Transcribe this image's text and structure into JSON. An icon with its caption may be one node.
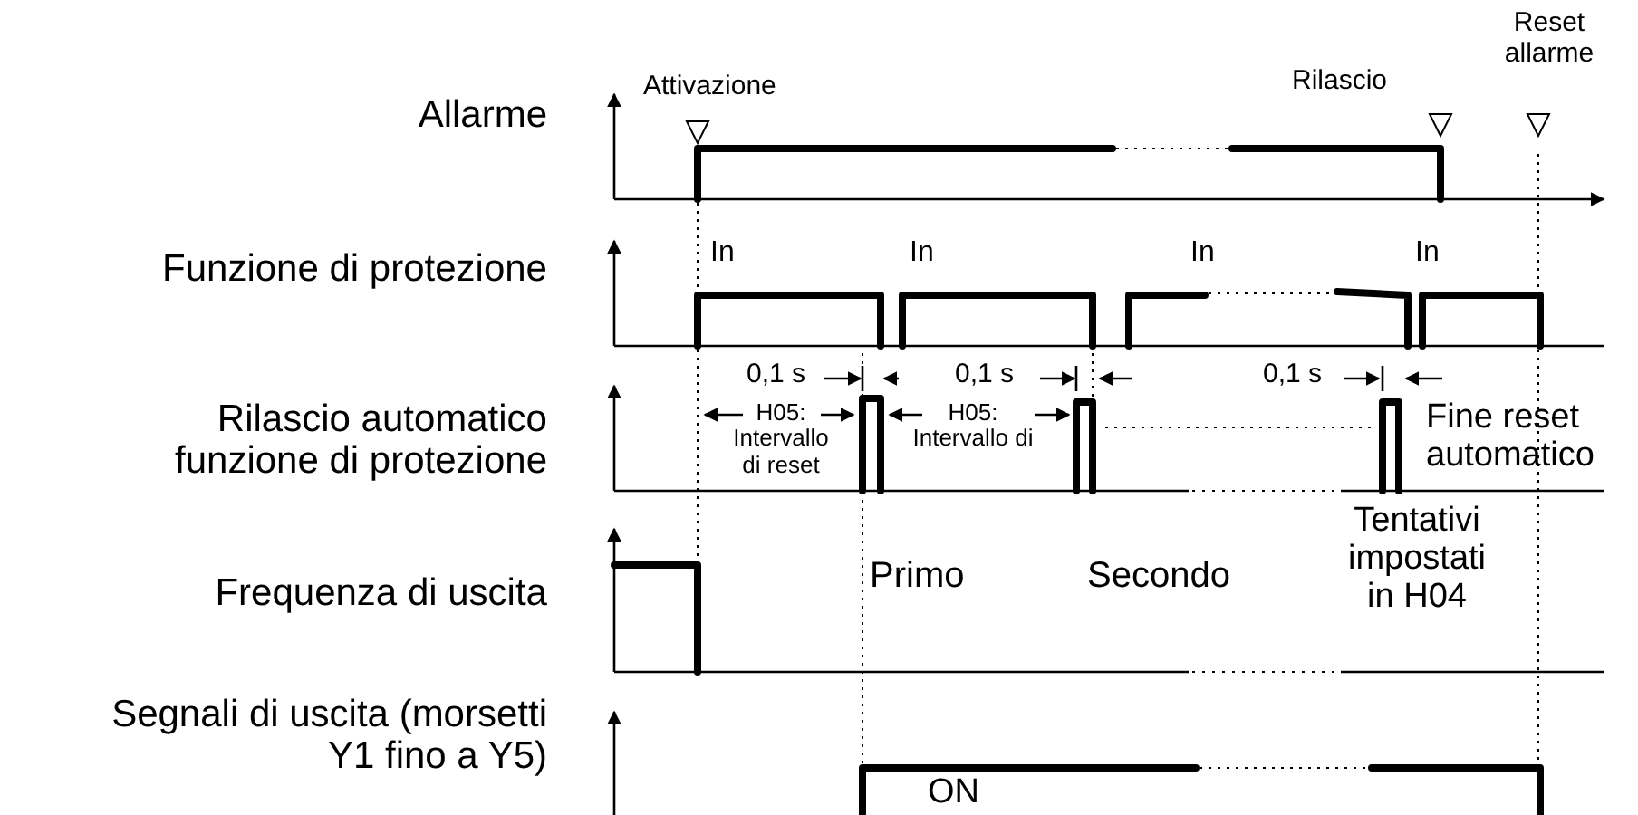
{
  "diagram": {
    "labels": [
      "Allarme",
      "Attivazione",
      "Rilascio",
      "Reset allarme",
      "Funzione di protezione",
      "In",
      "In",
      "In",
      "In",
      "Rilascio automatico funzione di protezione",
      "0,1 s",
      "0,1 s",
      "0,1 s",
      "H05: Intervallo di reset",
      "H05: Intervallo di",
      "Fine reset automatico",
      "Frequenza di uscita",
      "Primo",
      "Secondo",
      "Tentativi impostati in H04",
      "Segnali di uscita (morsetti Y1 fino a Y5)",
      "ON"
    ]
  }
}
